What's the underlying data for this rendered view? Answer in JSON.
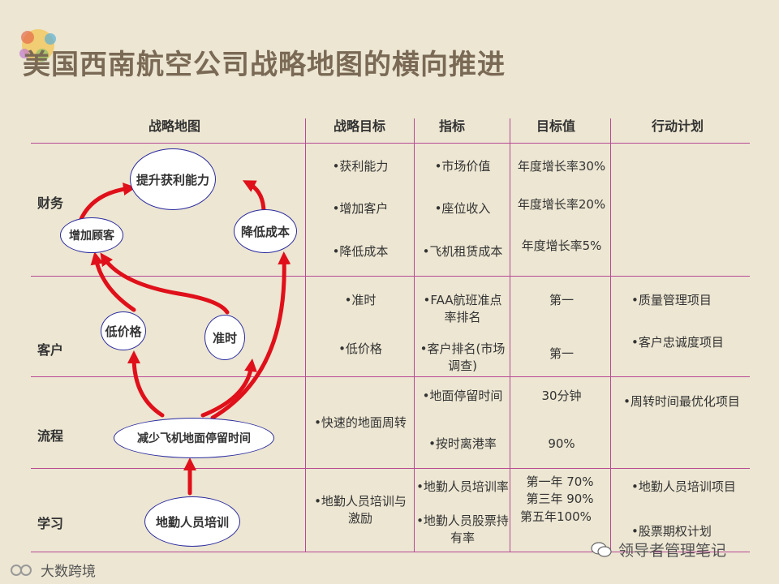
{
  "title": "美国西南航空公司战略地图的横向推进",
  "headers": [
    "战略地图",
    "战略目标",
    "指标",
    "目标值",
    "行动计划"
  ],
  "rows": [
    {
      "label": "财务",
      "goals": [
        "•获利能力",
        "•增加客户",
        "•降低成本"
      ],
      "metrics": [
        "•市场价值",
        "•座位收入",
        "•飞机租赁成本"
      ],
      "targets": [
        "年度增长率30%",
        "年度增长率20%",
        "年度增长率5%"
      ],
      "actions": []
    },
    {
      "label": "客户",
      "goals": [
        "•准时",
        "•低价格"
      ],
      "metrics": [
        "•FAA航班准点率排名",
        "•客户排名(市场调查)"
      ],
      "targets": [
        "第一",
        "第一"
      ],
      "actions": [
        "•质量管理项目",
        "•客户忠诚度项目"
      ]
    },
    {
      "label": "流程",
      "goals": [
        "•快速的地面周转"
      ],
      "metrics": [
        "•地面停留时间",
        "•按时离港率"
      ],
      "targets": [
        "30分钟",
        "90%"
      ],
      "actions": [
        "•周转时间最优化项目"
      ]
    },
    {
      "label": "学习",
      "goals": [
        "•地勤人员培训与激励"
      ],
      "metrics": [
        "•地勤人员培训率",
        "•地勤人员股票持有率"
      ],
      "targets": [
        "第一年 70%",
        "第三年 90%",
        "第五年100%"
      ],
      "actions": [
        "•地勤人员培训项目",
        "•股票期权计划"
      ]
    }
  ],
  "map_nodes": {
    "profit": "提升获利能力",
    "customers": "增加顾客",
    "cost": "降低成本",
    "low_price": "低价格",
    "on_time": "准时",
    "ground_time": "减少飞机地面停留时间",
    "training": "地勤人员培训"
  },
  "watermarks": {
    "left": "大数跨境",
    "right": "领导者管理笔记"
  },
  "colors": {
    "arrow": "#e0101a",
    "node_border": "#2a2aa0",
    "grid": "#b84a95",
    "background": "#ece6d2",
    "title": "#7a6a55"
  }
}
